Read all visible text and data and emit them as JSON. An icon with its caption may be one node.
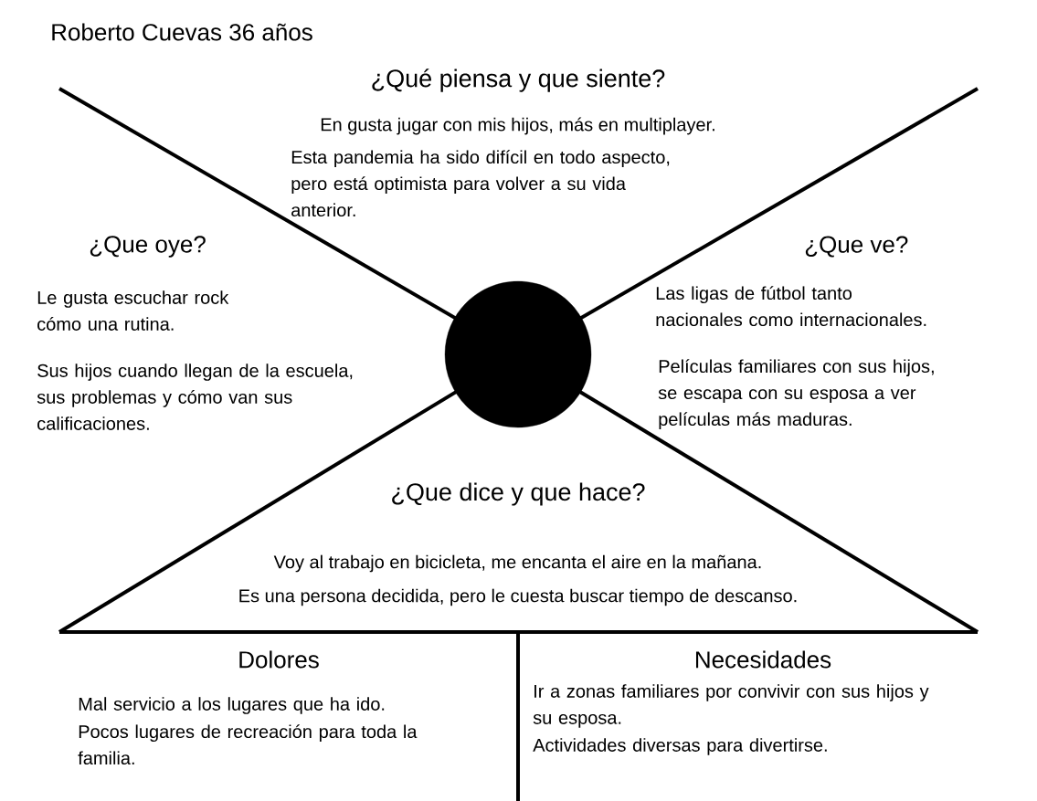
{
  "diagram": {
    "title": "Roberto Cuevas 36 años",
    "nodes": [
      {
        "text": [],
        "shape": "circle"
      }
    ],
    "labels": [
      "¿Qué piensa y que siente?",
      "En gusta jugar con mis hijos, más en multiplayer.",
      "Esta pandemia ha sido difícil en todo aspecto, pero está optimista para volver a su vida anterior.",
      "¿Que oye?",
      "Le gusta escuchar rock cómo una rutina.",
      "Sus hijos cuando llegan de la escuela, sus problemas y cómo van sus calificaciones.",
      "¿Que ve?",
      "Las ligas de fútbol tanto nacionales como internacionales.",
      "Películas familiares con sus hijos, se escapa con su esposa a ver películas más maduras.",
      "¿Que dice y que hace?",
      "Voy al trabajo en bicicleta, me encanta el aire en la mañana.",
      "Es una persona decidida, pero le cuesta buscar tiempo de descanso.",
      "Dolores",
      "Necesidades",
      "Mal servicio a los lugares que ha ido.",
      "Pocos lugares de recreación para toda la familia.",
      "Ir a zonas familiares por convivir con sus hijos y su esposa.",
      "Actividades diversas para divertirse."
    ]
  }
}
